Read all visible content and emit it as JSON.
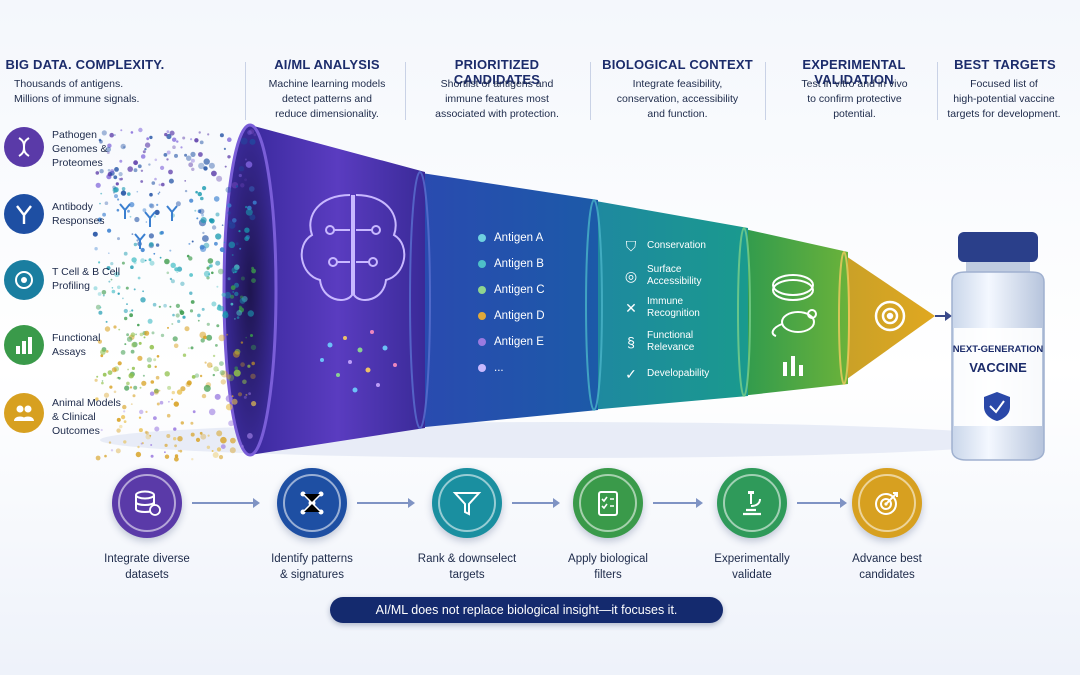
{
  "stages": [
    {
      "title": "BIG DATA. COMPLEXITY.",
      "desc": [
        "Thousands of antigens.",
        "Millions of immune signals."
      ]
    },
    {
      "title": "AI/ML ANALYSIS",
      "desc": [
        "Machine learning models",
        "detect patterns and",
        "reduce dimensionality."
      ]
    },
    {
      "title": "PRIORITIZED CANDIDATES",
      "desc": [
        "Shortlist of antigens and",
        "immune features most",
        "associated with protection."
      ]
    },
    {
      "title": "BIOLOGICAL CONTEXT",
      "desc": [
        "Integrate feasibility,",
        "conservation, accessibility",
        "and function."
      ]
    },
    {
      "title": "EXPERIMENTAL VALIDATION",
      "desc": [
        "Test in vitro and in vivo",
        "to confirm protective",
        "potential."
      ]
    },
    {
      "title": "BEST TARGETS",
      "desc": [
        "Focused list of",
        "high-potential vaccine",
        "targets for development."
      ]
    }
  ],
  "data_sources": [
    {
      "label": [
        "Pathogen",
        "Genomes &",
        "Proteomes"
      ],
      "icon": "dna-icon",
      "color": "#5a3aa8"
    },
    {
      "label": [
        "Antibody",
        "Responses"
      ],
      "icon": "antibody-icon",
      "color": "#1e4fa3"
    },
    {
      "label": [
        "T Cell & B Cell",
        "Profiling"
      ],
      "icon": "cell-icon",
      "color": "#1a7ea0"
    },
    {
      "label": [
        "Functional",
        "Assays"
      ],
      "icon": "bar-chart-icon",
      "color": "#3a9a4a"
    },
    {
      "label": [
        "Animal Models",
        "& Clinical",
        "Outcomes"
      ],
      "icon": "people-icon",
      "color": "#d7a020"
    }
  ],
  "candidates": [
    {
      "label": "Antigen A",
      "color": "#6fd0e0"
    },
    {
      "label": "Antigen B",
      "color": "#4ec0c8"
    },
    {
      "label": "Antigen C",
      "color": "#8fd48f"
    },
    {
      "label": "Antigen D",
      "color": "#e0a83a"
    },
    {
      "label": "Antigen E",
      "color": "#9a7ae0"
    },
    {
      "label": "...",
      "color": "#c8b8ff"
    }
  ],
  "context_filters": [
    {
      "label": [
        "Conservation"
      ],
      "icon": "shield-icon"
    },
    {
      "label": [
        "Surface",
        "Accessibility"
      ],
      "icon": "globe-icon"
    },
    {
      "label": [
        "Immune",
        "Recognition"
      ],
      "icon": "cross-icon"
    },
    {
      "label": [
        "Functional",
        "Relevance"
      ],
      "icon": "dna-icon"
    },
    {
      "label": [
        "Developability"
      ],
      "icon": "check-circle-icon"
    }
  ],
  "vaccine": {
    "line1": "NEXT-GENERATION",
    "line2": "VACCINE"
  },
  "steps": [
    {
      "label": [
        "Integrate diverse",
        "datasets"
      ],
      "icon": "database-icon",
      "color": "#5a3aa8"
    },
    {
      "label": [
        "Identify patterns",
        "& signatures"
      ],
      "icon": "network-icon",
      "color": "#1e4fa3"
    },
    {
      "label": [
        "Rank & downselect",
        "targets"
      ],
      "icon": "funnel-icon",
      "color": "#1a8fa0"
    },
    {
      "label": [
        "Apply biological",
        "filters"
      ],
      "icon": "checklist-icon",
      "color": "#3a9a4a"
    },
    {
      "label": [
        "Experimentally",
        "validate"
      ],
      "icon": "microscope-icon",
      "color": "#2f9a5a"
    },
    {
      "label": [
        "Advance best",
        "candidates"
      ],
      "icon": "target-icon",
      "color": "#d7a020"
    }
  ],
  "banner": "AI/ML does not replace biological insight—it focuses it."
}
